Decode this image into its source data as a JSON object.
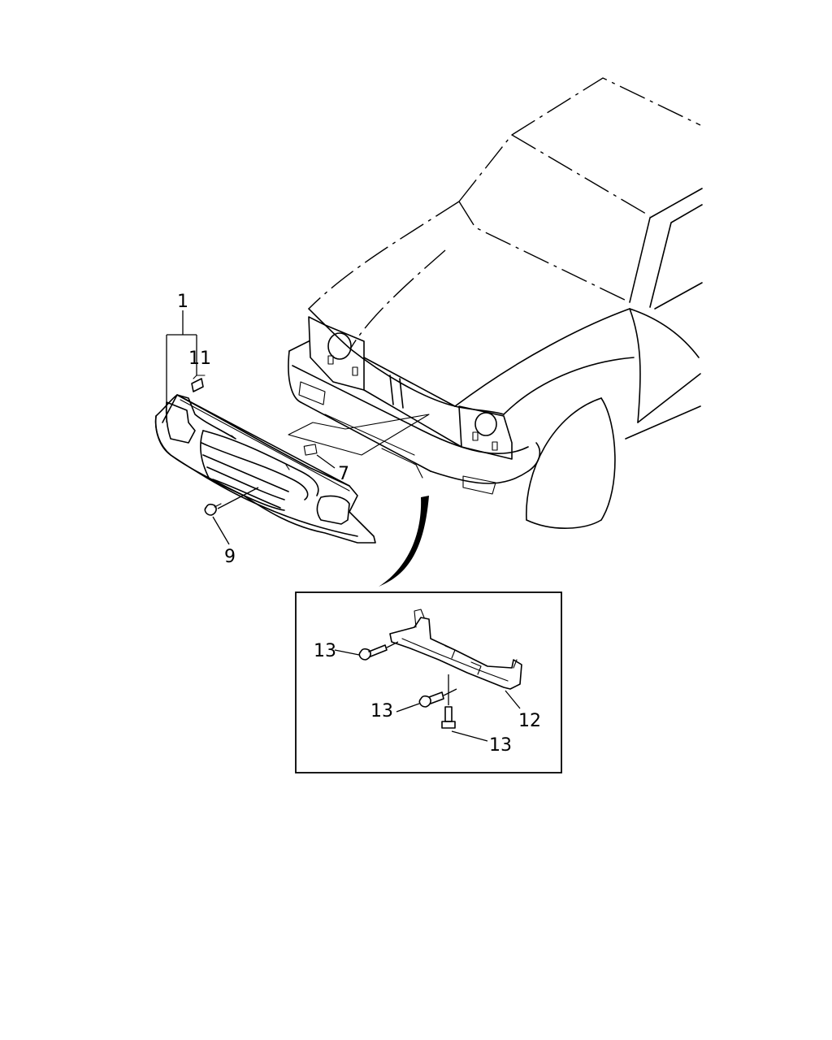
{
  "callouts": {
    "c1": "1",
    "c11": "11",
    "c7": "7",
    "c9": "9",
    "c13a": "13",
    "c13b": "13",
    "c13c": "13",
    "c12": "12"
  },
  "colors": {
    "line": "#000000",
    "background": "#ffffff"
  }
}
